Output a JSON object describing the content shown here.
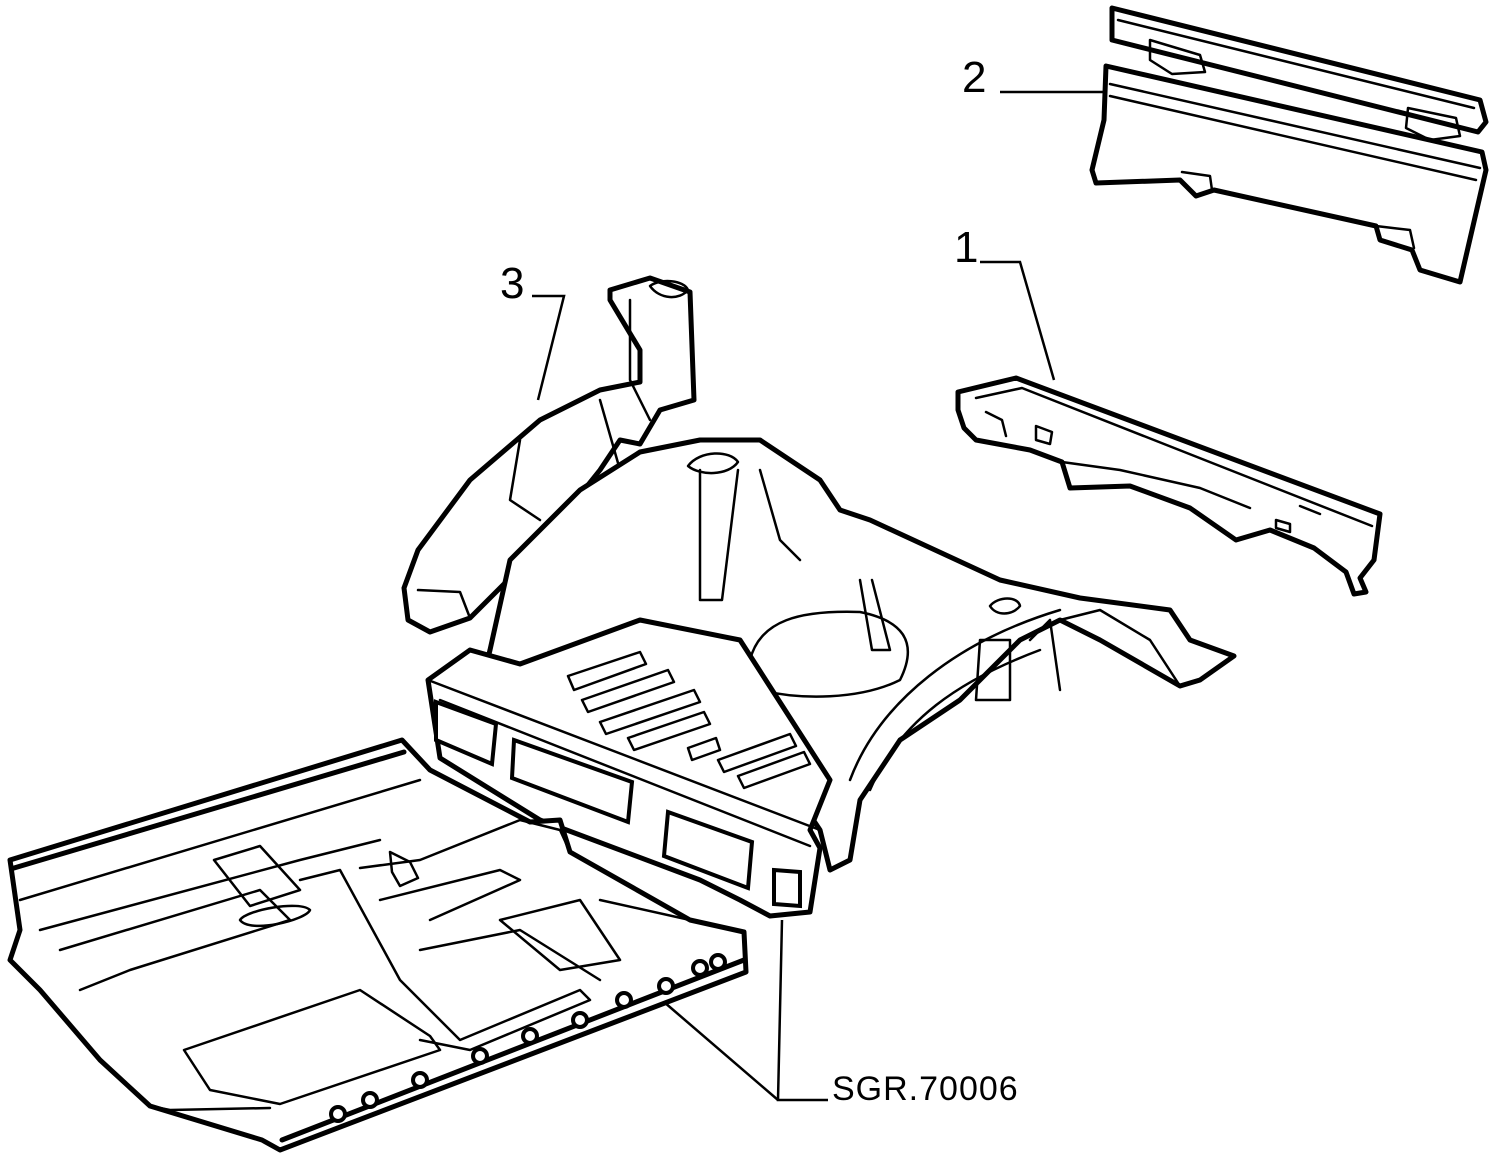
{
  "callouts": [
    {
      "id": "1",
      "label": "1"
    },
    {
      "id": "2",
      "label": "2"
    },
    {
      "id": "3",
      "label": "3"
    }
  ],
  "reference_code": "SGR.70006",
  "colors": {
    "ink": "#000000",
    "background": "#ffffff"
  }
}
